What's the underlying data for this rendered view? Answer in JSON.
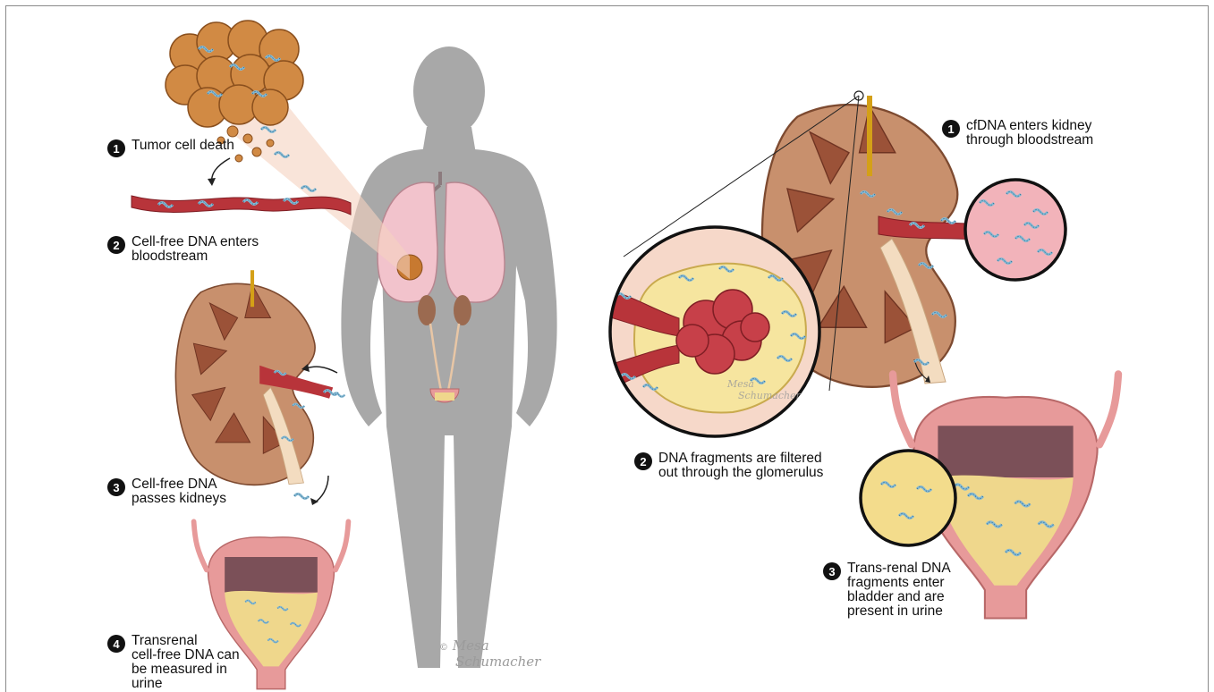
{
  "steps_left": [
    {
      "num": "1",
      "text": "Tumor cell death"
    },
    {
      "num": "2",
      "text": "Cell-free DNA enters\nbloodstream"
    },
    {
      "num": "3",
      "text": "Cell-free DNA\npasses kidneys"
    },
    {
      "num": "4",
      "text": "Transrenal\ncell-free DNA can\nbe measured in\nurine"
    }
  ],
  "steps_right": [
    {
      "num": "1",
      "text": "cfDNA enters kidney\nthrough bloodstream"
    },
    {
      "num": "2",
      "text": "DNA fragments are filtered\nout through the glomerulus"
    },
    {
      "num": "3",
      "text": "Trans-renal DNA\nfragments enter\nbladder and are\npresent in urine"
    }
  ],
  "signature": {
    "copyright": "©",
    "first": "Mesa",
    "last": "Schumacher"
  },
  "colors": {
    "silhouette": "#a8a8a8",
    "kidney_tissue": "#c8906d",
    "kidney_pyramid": "#9b5238",
    "vessel": "#b8343a",
    "dna": "#86b9d3",
    "urine": "#efd78c",
    "bladder_wall": "#e79a9a",
    "lung": "#f2c3cc",
    "tumor": "#c77930",
    "number_badge": "#111111"
  }
}
